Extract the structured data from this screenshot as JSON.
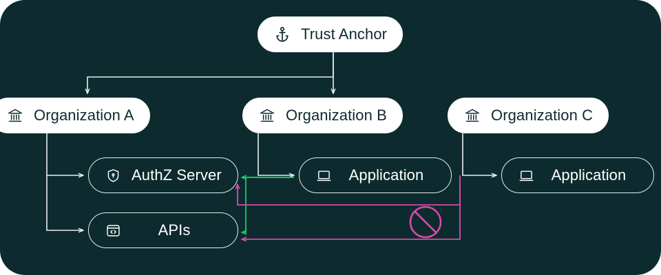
{
  "diagram": {
    "title": "Trust Anchor organization topology",
    "background_color": "#0D2B2E",
    "nodes": {
      "trust_anchor": {
        "label": "Trust Anchor",
        "icon": "anchor-icon",
        "style": "solid"
      },
      "org_a": {
        "label": "Organization A",
        "icon": "bank-icon",
        "style": "solid"
      },
      "org_b": {
        "label": "Organization B",
        "icon": "bank-icon",
        "style": "solid"
      },
      "org_c": {
        "label": "Organization C",
        "icon": "bank-icon",
        "style": "solid"
      },
      "authz_server": {
        "label": "AuthZ Server",
        "icon": "shield-lock-icon",
        "style": "outline"
      },
      "apis": {
        "label": "APIs",
        "icon": "code-window-icon",
        "style": "outline"
      },
      "app_b": {
        "label": "Application",
        "icon": "laptop-icon",
        "style": "outline"
      },
      "app_c": {
        "label": "Application",
        "icon": "laptop-icon",
        "style": "outline"
      }
    },
    "edge_colors": {
      "hierarchy": "#e8eeee",
      "allowed": "#17C964",
      "blocked": "#D94BA8"
    },
    "markers": {
      "blocked": {
        "icon": "prohibited-icon",
        "color": "#D94BA8"
      }
    }
  }
}
